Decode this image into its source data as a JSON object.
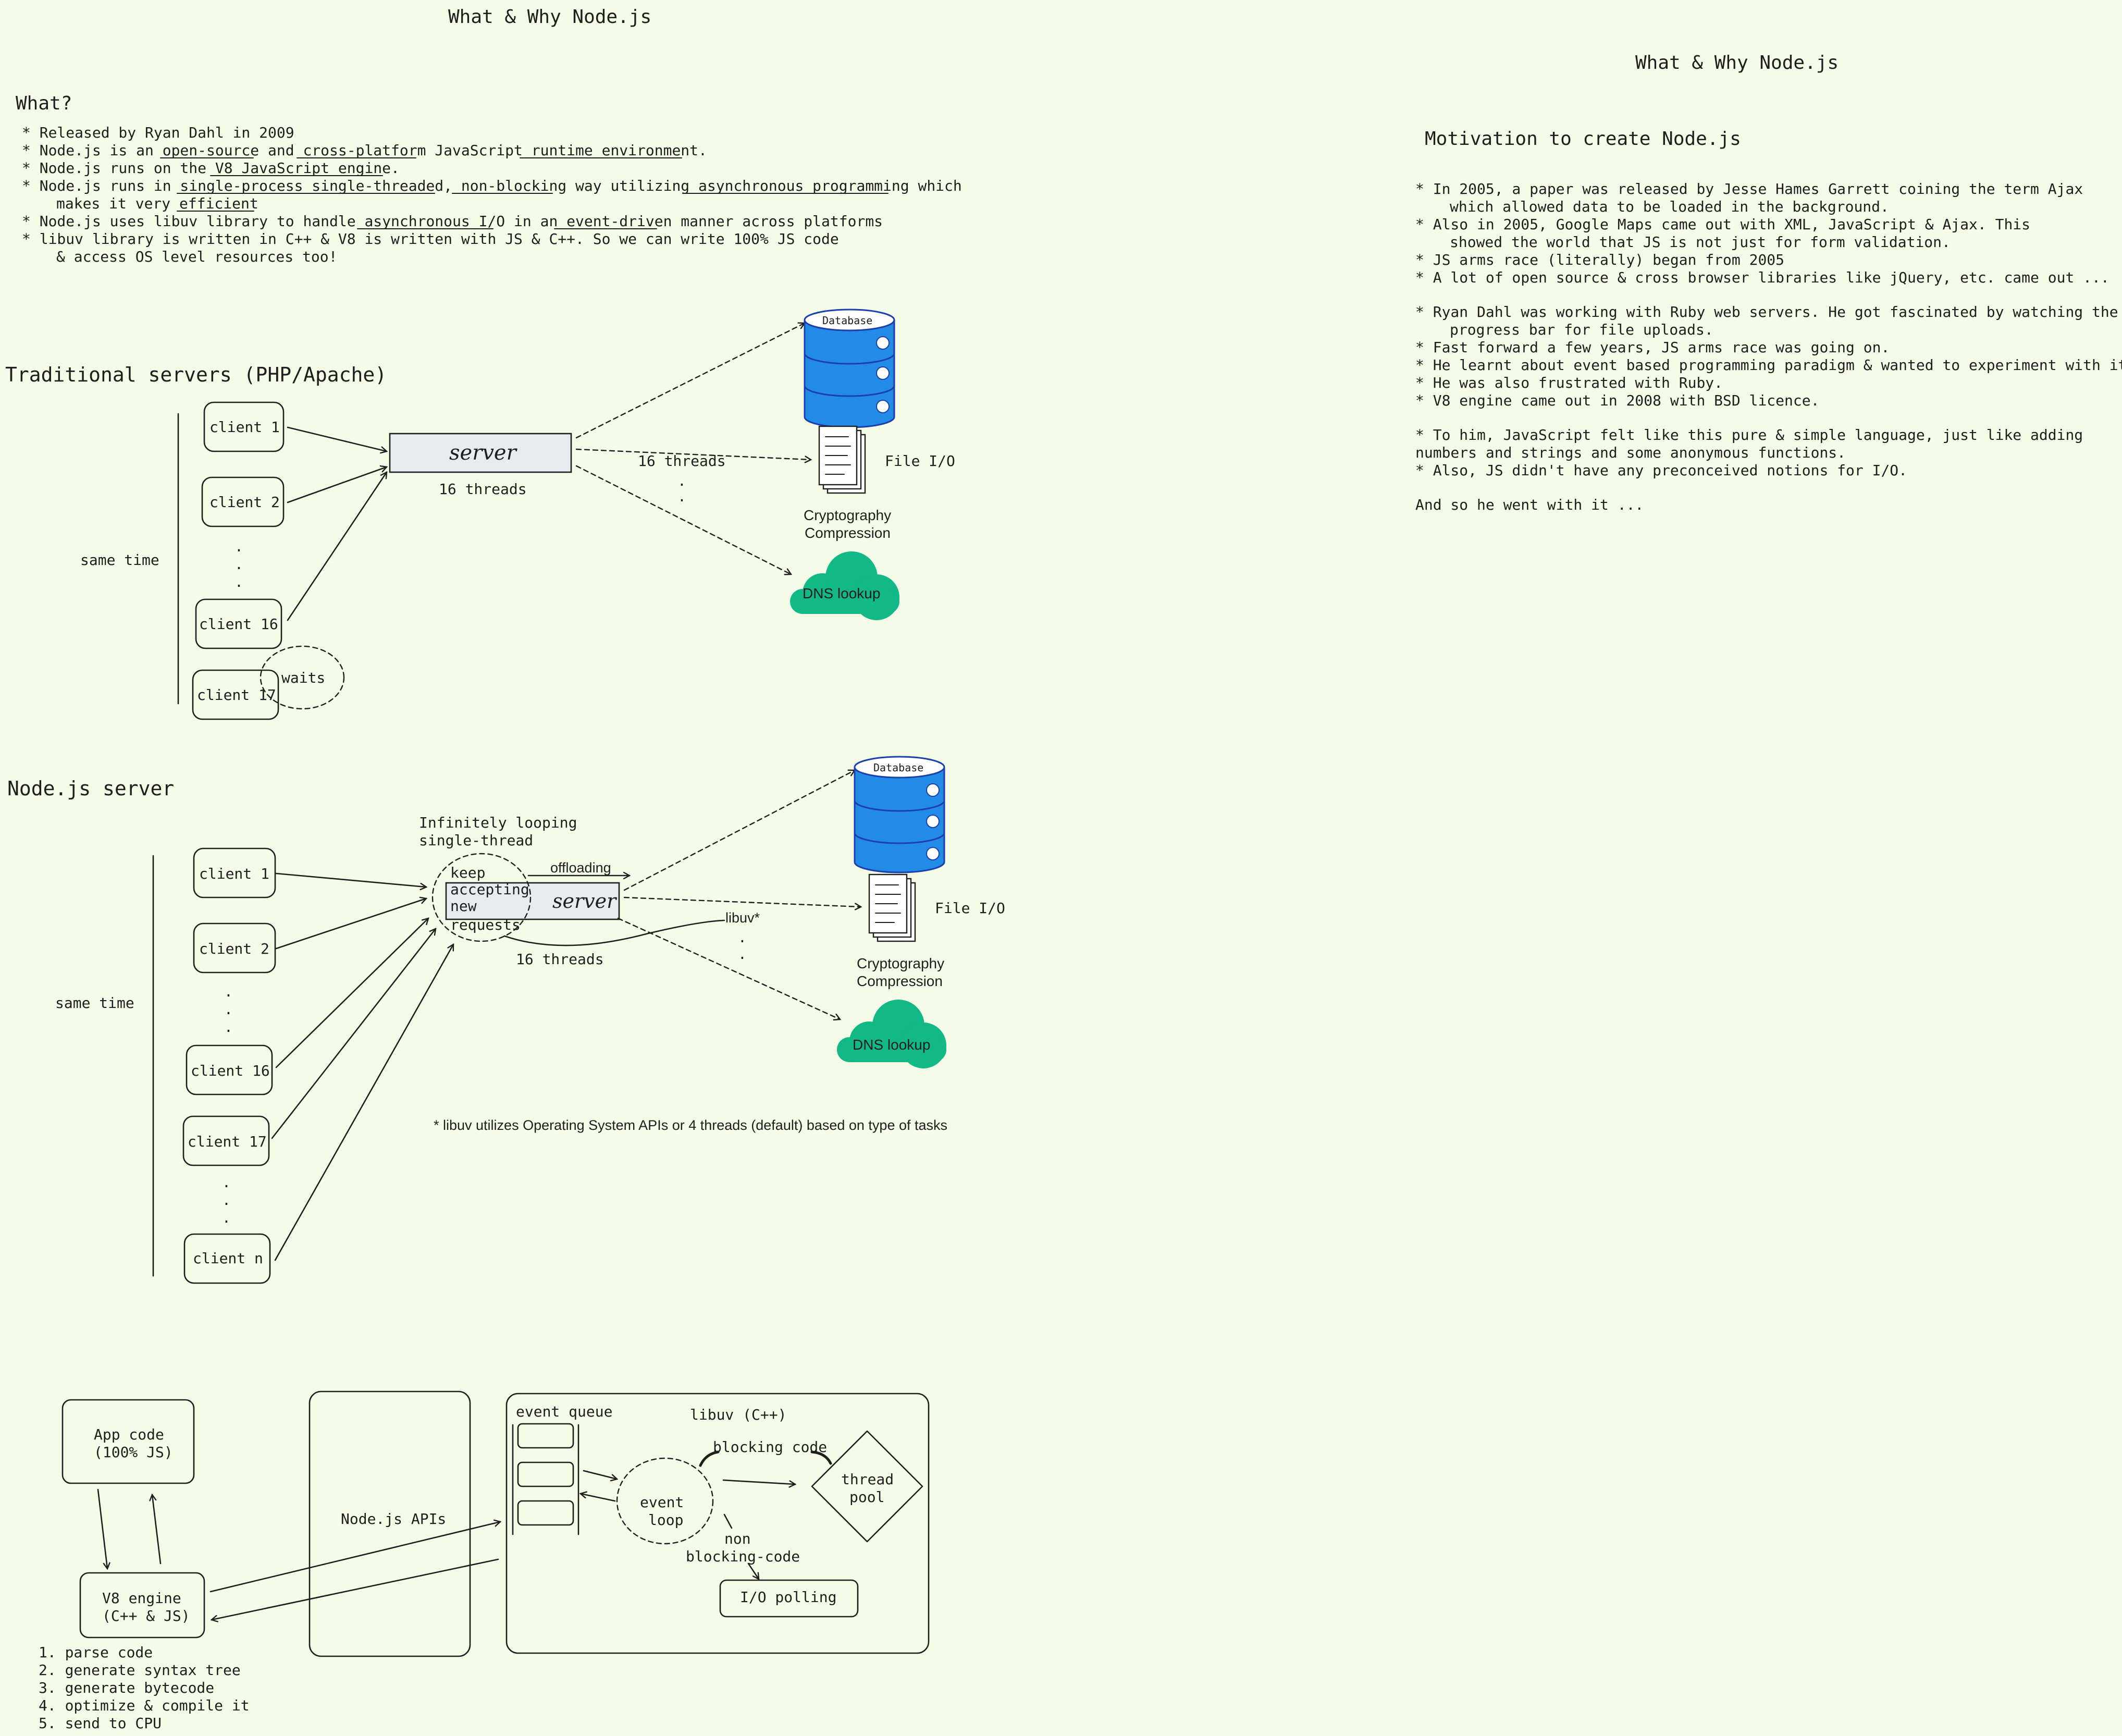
{
  "titles": {
    "main": "What & Why Node.js",
    "right": "What & Why Node.js"
  },
  "what": {
    "heading": "What?",
    "lines": [
      "* Released by Ryan Dahl in 2009",
      "* Node.js is an open-source and cross-platform JavaScript runtime environment.",
      "* Node.js runs on the V8 JavaScript engine.",
      "* Node.js runs in single-process single-threaded, non-blocking way utilizing asynchronous programming which",
      "makes it very efficient",
      "* Node.js uses libuv library to handle asynchronous I/O in an event-driven manner across platforms",
      "* libuv library is written in C++ & V8 is written with JS & C++. So we can write 100% JS code",
      "& access OS level resources too!"
    ]
  },
  "motivation": {
    "heading": "Motivation to create Node.js",
    "lines": [
      "* In 2005, a paper was released by Jesse Hames Garrett coining the term Ajax",
      "which allowed data to be loaded in the background.",
      "* Also in 2005, Google Maps came out with XML, JavaScript & Ajax. This",
      "showed the world that JS is not just for form validation.",
      "* JS arms race (literally) began from 2005",
      "* A lot of open source & cross browser libraries like jQuery, etc. came out ...",
      "* Ryan Dahl was working with Ruby web servers. He got fascinated by watching the",
      "progress bar for file uploads.",
      "* Fast forward a few years, JS arms race was going on.",
      "* He learnt about event based programming paradigm & wanted to experiment with it.",
      "* He was also frustrated with Ruby.",
      "* V8 engine came out in 2008 with BSD licence.",
      "* To him, JavaScript felt like this pure & simple language, just like adding",
      "numbers and strings and some anonymous functions.",
      "* Also, JS didn't have any preconceived notions for I/O.",
      "And so he went with it ..."
    ]
  },
  "traditional": {
    "heading": "Traditional servers (PHP/Apache)",
    "same_time": "same time",
    "clients": [
      "client 1",
      "client 2",
      "client 16",
      "client 17"
    ],
    "dots": ".",
    "waits": "waits",
    "server": "server",
    "threads": "16 threads",
    "threads2": "16 threads",
    "database": "Database",
    "file_io": "File I/O",
    "crypto": "Cryptography",
    "compression": "Compression",
    "dns": "DNS lookup"
  },
  "nodeserver": {
    "heading": "Node.js server",
    "same_time": "same time",
    "clients": [
      "client 1",
      "client 2",
      "client 16",
      "client 17",
      "client n"
    ],
    "dots": ".",
    "looping1": "Infinitely looping",
    "looping2": "single-thread",
    "keep": [
      "keep",
      "accepting",
      "new",
      "requests"
    ],
    "offloading": "offloading",
    "server": "server",
    "threads": "16 threads",
    "libuv": "libuv*",
    "database": "Database",
    "file_io": "File I/O",
    "crypto": "Cryptography",
    "compression": "Compression",
    "dns": "DNS lookup",
    "footnote": "* libuv utilizes Operating System APIs or 4 threads (default) based on type of tasks"
  },
  "architecture": {
    "app_code": [
      "App code",
      "(100% JS)"
    ],
    "v8": [
      "V8 engine",
      "(C++ & JS)"
    ],
    "steps": [
      "1. parse code",
      "2. generate syntax tree",
      "3. generate bytecode",
      "4. optimize & compile it",
      "5. send to CPU"
    ],
    "apis": "Node.js APIs",
    "event_queue": "event queue",
    "libuv": "libuv (C++)",
    "blocking": "blocking code",
    "thread_pool": [
      "thread",
      "pool"
    ],
    "event_loop": [
      "event",
      "loop"
    ],
    "non_blocking": [
      "non",
      "blocking-code"
    ],
    "io_polling": "I/O polling"
  },
  "colors": {
    "background": "#f4fbe6",
    "database": "#228be6",
    "database_stroke": "#1c3fae",
    "cloud": "#12b886",
    "server_fill": "#e9ecef",
    "ink": "#1e1e1e"
  }
}
